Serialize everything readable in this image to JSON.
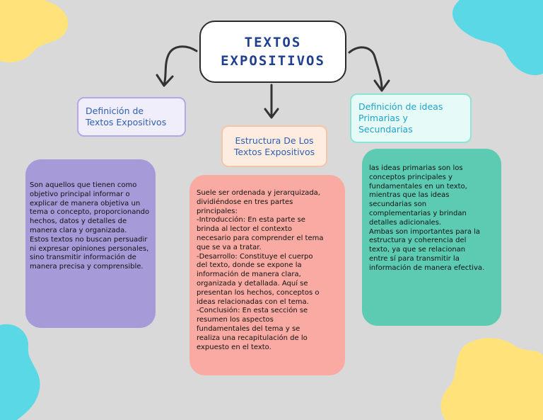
{
  "title": {
    "line1": "TEXTOS",
    "line2": "EXPOSITIVOS"
  },
  "branches": [
    {
      "heading": "Definición de\nTextos Expositivos",
      "body": "Son aquellos que tienen como\nobjetivo principal informar o\nexplicar de manera objetiva un\ntema o concepto, proporcionando\nhechos, datos y detalles de\nmanera clara y organizada.\nEstos textos no buscan persuadir\nni expresar opiniones personales,\nsino transmitir información de\nmanera precisa y comprensible."
    },
    {
      "heading": "Estructura De Los\nTextos Expositivos",
      "body": "Suele ser ordenada y jerarquizada,\ndividiéndose en tres partes\nprincipales:\n-Introducción: En esta parte se\nbrinda al lector el contexto\nnecesario para comprender el tema\nque se va a tratar.\n-Desarrollo: Constituye el cuerpo\ndel texto, donde se expone la\ninformación de manera clara,\norganizada y detallada. Aquí se\npresentan los hechos, conceptos o\nideas relacionadas con el tema.\n-Conclusión: En esta sección se\nresumen los aspectos\nfundamentales del tema y se\nrealiza una recapitulación de lo\nexpuesto en el texto."
    },
    {
      "heading": "Definición de ideas\nPrimarias y\nSecundarias",
      "body": "las ideas primarias son los\nconceptos principales y\nfundamentales en un texto,\nmientras que las ideas\nsecundarias son\ncomplementarias y brindan\ndetalles adicionales.\nAmbas son importantes para la\nestructura y coherencia del\ntexto, ya que se relacionan\nentre sí para transmitir la\ninformación de manera efectiva."
    }
  ],
  "colors": {
    "background": "#d9d9d9",
    "blob_yellow": "#ffe27a",
    "blob_cyan": "#5ad8e6",
    "title_text": "#1f3f8f",
    "heading_text": "#2f5fb0",
    "heading_text_right": "#1ea3c9",
    "card_purple": "#a79ad8",
    "card_pink": "#f9aaa2",
    "card_teal": "#5ccbb1"
  }
}
